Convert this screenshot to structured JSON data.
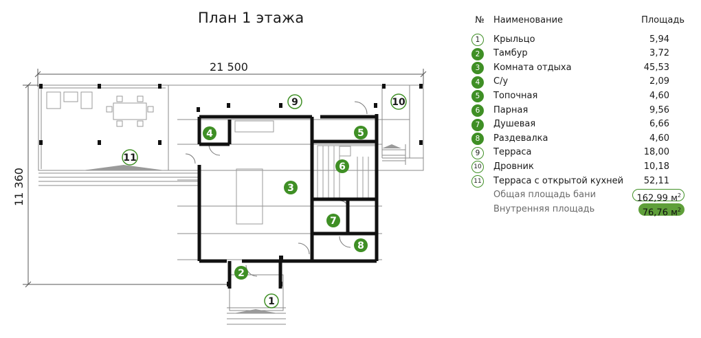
{
  "title": "План 1 этажа",
  "dimensions": {
    "width": "21 500",
    "height": "11 360"
  },
  "legend": {
    "header": {
      "number": "№",
      "name": "Наименование",
      "area": "Площадь"
    },
    "rooms": [
      {
        "num": "1",
        "name": "Крыльцо",
        "area": "5,94",
        "style": "outline"
      },
      {
        "num": "2",
        "name": "Тамбур",
        "area": "3,72",
        "style": "filled"
      },
      {
        "num": "3",
        "name": "Комната отдыха",
        "area": "45,53",
        "style": "filled"
      },
      {
        "num": "4",
        "name": "С/у",
        "area": "2,09",
        "style": "filled"
      },
      {
        "num": "5",
        "name": "Топочная",
        "area": "4,60",
        "style": "filled"
      },
      {
        "num": "6",
        "name": "Парная",
        "area": "9,56",
        "style": "filled"
      },
      {
        "num": "7",
        "name": "Душевая",
        "area": "6,66",
        "style": "filled"
      },
      {
        "num": "8",
        "name": "Раздевалка",
        "area": "4,60",
        "style": "filled"
      },
      {
        "num": "9",
        "name": "Терраса",
        "area": "18,00",
        "style": "outline"
      },
      {
        "num": "10",
        "name": "Дровник",
        "area": "10,18",
        "style": "outline"
      },
      {
        "num": "11",
        "name": "Терраса с открытой кухней",
        "area": "52,11",
        "style": "outline"
      }
    ],
    "summary": [
      {
        "label": "Общая площадь бани",
        "value": "162,99 м",
        "unit_sup": "2",
        "style": "outline"
      },
      {
        "label": "Внутренняя площадь",
        "value": "76,76 м",
        "unit_sup": "2",
        "style": "filled"
      }
    ]
  },
  "colors": {
    "accent_green": "#3f8f25",
    "summary_green": "#5f9f3a",
    "wall": "#111111",
    "line": "#8a8a8a"
  }
}
